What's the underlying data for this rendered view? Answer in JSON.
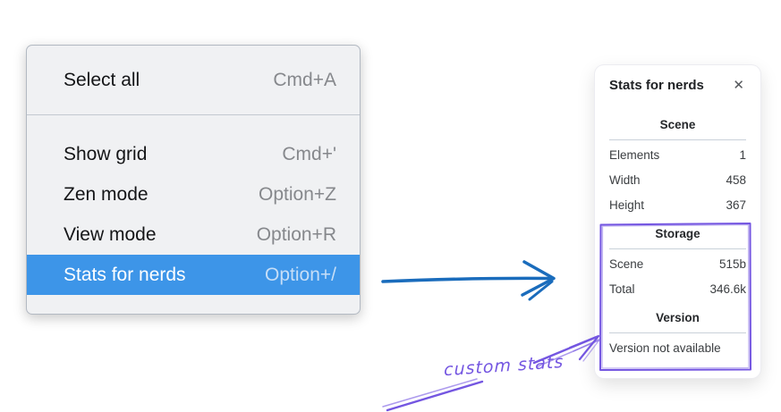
{
  "colors": {
    "menu_highlight": "#3d95e8",
    "flow_arrow_blue": "#1a6cbc",
    "annotation_purple": "#7456e1"
  },
  "context_menu": {
    "sections": [
      {
        "items": [
          {
            "label": "Select all",
            "shortcut": "Cmd+A"
          }
        ]
      },
      {
        "items": [
          {
            "label": "Show grid",
            "shortcut": "Cmd+'"
          },
          {
            "label": "Zen mode",
            "shortcut": "Option+Z"
          },
          {
            "label": "View mode",
            "shortcut": "Option+R"
          },
          {
            "label": "Stats for nerds",
            "shortcut": "Option+/",
            "highlighted": true
          }
        ]
      }
    ]
  },
  "stats_panel": {
    "title": "Stats for nerds",
    "close_icon": "✕",
    "scene_section": {
      "header": "Scene",
      "rows": [
        {
          "label": "Elements",
          "value": "1"
        },
        {
          "label": "Width",
          "value": "458"
        },
        {
          "label": "Height",
          "value": "367"
        }
      ]
    },
    "storage_section": {
      "header": "Storage",
      "rows": [
        {
          "label": "Scene",
          "value": "515b"
        },
        {
          "label": "Total",
          "value": "346.6k"
        }
      ]
    },
    "version_section": {
      "header": "Version",
      "message": "Version not available"
    }
  },
  "annotation": {
    "label": "custom stats"
  }
}
